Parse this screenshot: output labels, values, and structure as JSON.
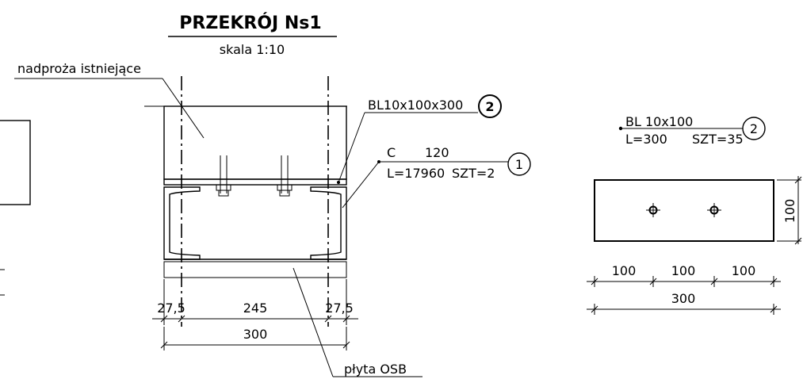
{
  "section": {
    "title": "PRZEKRÓJ Ns1",
    "scale": "skala 1:10",
    "label_existing_lintel": "nadproża istniejące",
    "label_osb": "płyta OSB"
  },
  "plate_callout": {
    "designation": "BL10x100x300",
    "number": "2"
  },
  "channel_callout": {
    "profile": "C",
    "size": "120",
    "length": "L=17960",
    "quantity": "SZT=2",
    "number": "1"
  },
  "section_dims": {
    "left_edge": "27,5",
    "middle": "245",
    "right_edge": "27,5",
    "total": "300"
  },
  "plate_detail": {
    "designation": "BL 10x100",
    "length": "L=300",
    "quantity": "SZT=35",
    "number": "2",
    "height_dim": "100",
    "spacing": [
      "100",
      "100",
      "100"
    ],
    "total": "300"
  }
}
